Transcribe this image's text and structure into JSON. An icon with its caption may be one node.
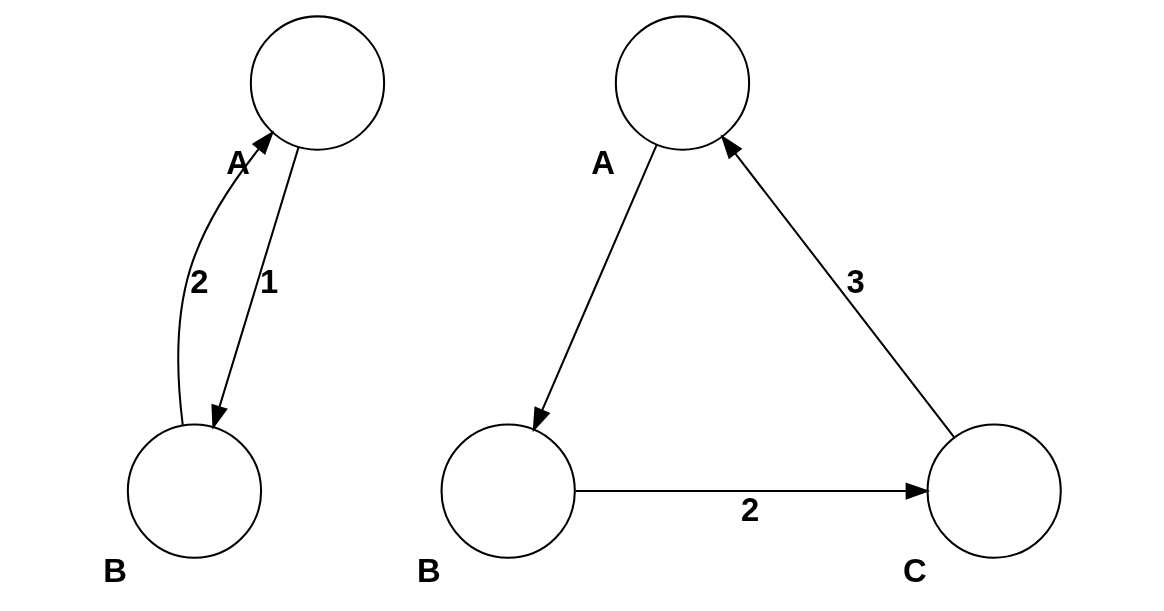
{
  "diagram": {
    "nodes": [
      {
        "text": [
          "B"
        ]
      },
      {
        "text": [
          "A"
        ]
      },
      {
        "text": [
          "C"
        ]
      },
      {
        "text": [
          "B"
        ]
      },
      {
        "text": [
          "A"
        ]
      }
    ],
    "edges": [
      {
        "from": 1,
        "to": 0,
        "arrow": "to",
        "label": "1"
      },
      {
        "from": 0,
        "to": 1,
        "arrow": "to",
        "label": "2"
      },
      {
        "from": 3,
        "to": 2,
        "arrow": "to",
        "label": "2"
      },
      {
        "from": 2,
        "to": 4,
        "arrow": "to",
        "label": "3"
      },
      {
        "from": 4,
        "to": 3,
        "arrow": "to"
      }
    ]
  }
}
